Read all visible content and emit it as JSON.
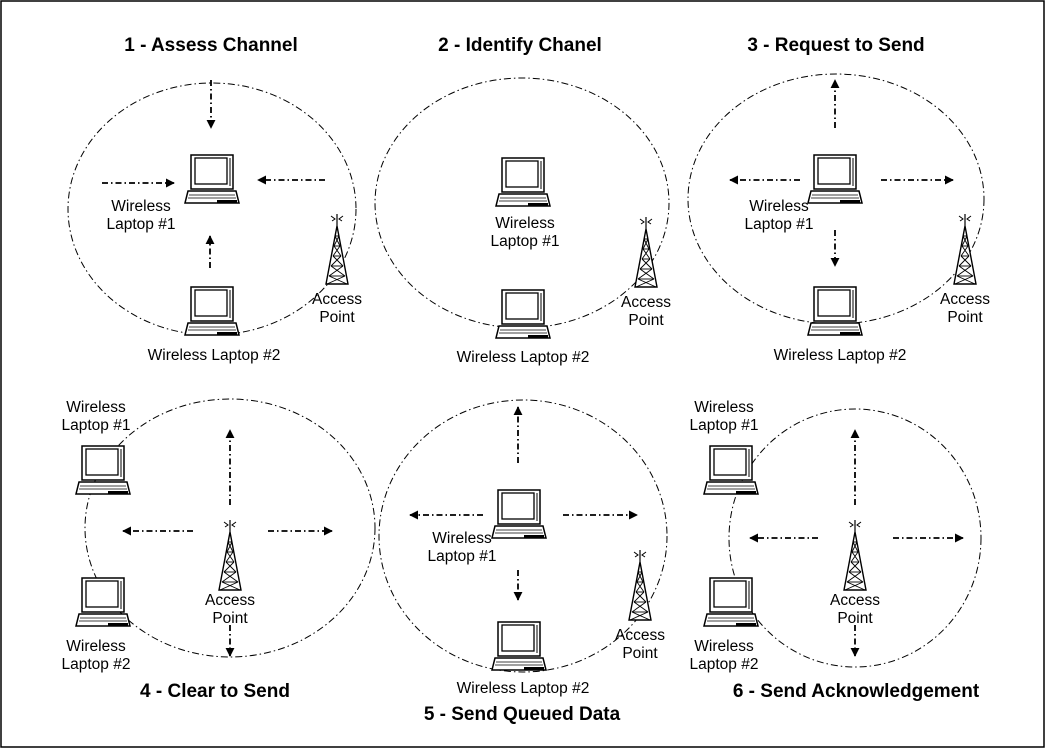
{
  "panels": [
    {
      "id": "p1",
      "title": "1 - Assess Channel",
      "labels": {
        "laptop1_line1": "Wireless",
        "laptop1_line2": "Laptop #1",
        "laptop2": "Wireless Laptop #2",
        "ap_line1": "Access",
        "ap_line2": "Point"
      }
    },
    {
      "id": "p2",
      "title": "2 - Identify Chanel",
      "labels": {
        "laptop1_line1": "Wireless",
        "laptop1_line2": "Laptop #1",
        "laptop2": "Wireless Laptop #2",
        "ap_line1": "Access",
        "ap_line2": "Point"
      }
    },
    {
      "id": "p3",
      "title": "3 - Request to Send",
      "labels": {
        "laptop1_line1": "Wireless",
        "laptop1_line2": "Laptop #1",
        "laptop2": "Wireless Laptop #2",
        "ap_line1": "Access",
        "ap_line2": "Point"
      }
    },
    {
      "id": "p4",
      "title": "4 - Clear to Send",
      "labels": {
        "laptop1_line1": "Wireless",
        "laptop1_line2": "Laptop #1",
        "laptop2_line1": "Wireless",
        "laptop2_line2": "Laptop #2",
        "ap_line1": "Access",
        "ap_line2": "Point"
      }
    },
    {
      "id": "p5",
      "title": "5 - Send Queued Data",
      "labels": {
        "laptop1_line1": "Wireless",
        "laptop1_line2": "Laptop #1",
        "laptop2": "Wireless Laptop #2",
        "ap_line1": "Access",
        "ap_line2": "Point"
      }
    },
    {
      "id": "p6",
      "title": "6 - Send Acknowledgement",
      "labels": {
        "laptop1_line1": "Wireless",
        "laptop1_line2": "Laptop #1",
        "laptop2_line1": "Wireless",
        "laptop2_line2": "Laptop #2",
        "ap_line1": "Access",
        "ap_line2": "Point"
      }
    }
  ],
  "icons": {
    "laptop": "laptop-icon",
    "access_point": "access-point-tower-icon",
    "arrow": "dash-dot-arrow"
  }
}
